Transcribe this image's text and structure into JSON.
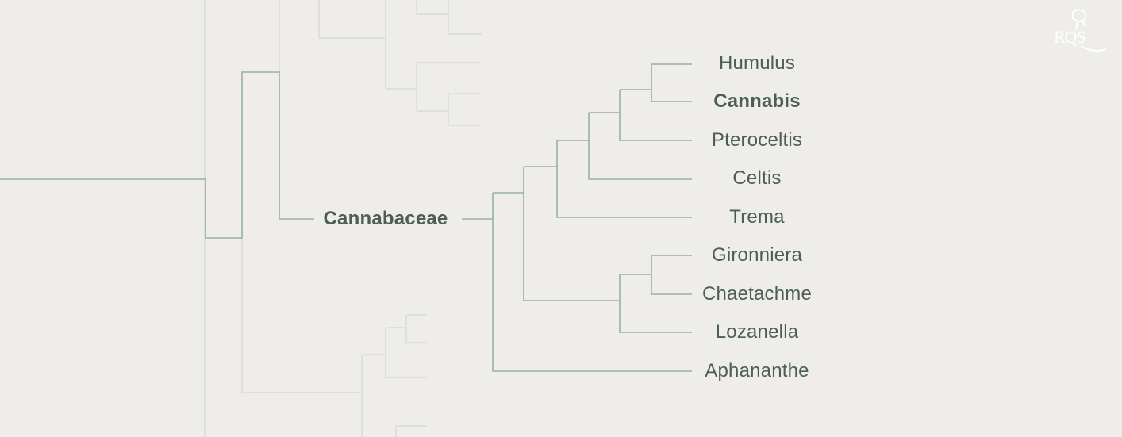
{
  "tree": {
    "family_label": "Cannabaceae",
    "genera": [
      {
        "name": "Humulus",
        "bold": false
      },
      {
        "name": "Cannabis",
        "bold": true
      },
      {
        "name": "Pteroceltis",
        "bold": false
      },
      {
        "name": "Celtis",
        "bold": false
      },
      {
        "name": "Trema",
        "bold": false
      },
      {
        "name": "Gironniera",
        "bold": false
      },
      {
        "name": "Chaetachme",
        "bold": false
      },
      {
        "name": "Lozanella",
        "bold": false
      },
      {
        "name": "Aphananthe",
        "bold": false
      }
    ],
    "colors": {
      "background": "#efedea",
      "branch": "#96b2a1",
      "faint_branch": "#dcdcd5",
      "label": "#4c5f52"
    }
  },
  "logo": {
    "text": "RQS",
    "icon": "lion-crest-logo-icon"
  }
}
